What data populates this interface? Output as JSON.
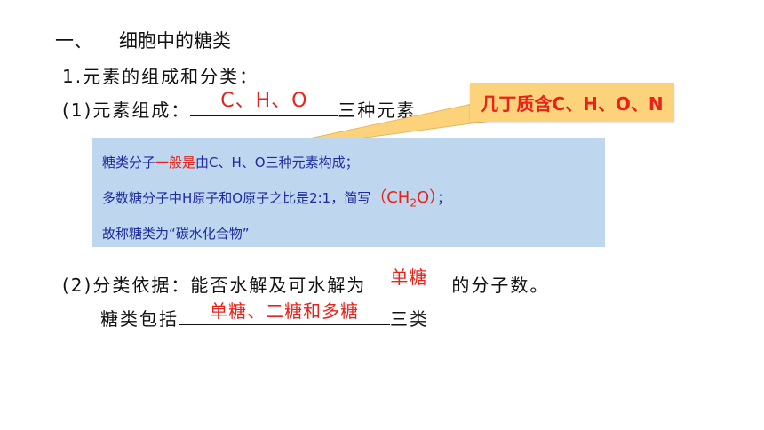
{
  "heading": {
    "number": "一、",
    "title": "细胞中的糖类"
  },
  "section1": {
    "title": "1.元素的组成和分类："
  },
  "row1": {
    "label": "(1)元素组成：",
    "answer": "C、H、O",
    "after": "三种元素"
  },
  "callout": {
    "text": "几丁质含C、H、O、N"
  },
  "infobox": {
    "line1": {
      "pre": "糖类分子",
      "red": "一般是",
      "post": "由C、H、O三种元素构成；"
    },
    "line2": {
      "pre": "多数糖分子中H原子和O原子之比是2:1，简写",
      "formula": "（CH2O）",
      "post": "；"
    },
    "line3": "故称糖类为“碳水化合物”"
  },
  "row2": {
    "label": "(2)分类依据：能否水解及可水解为",
    "answer": "单糖",
    "after": "的分子数。"
  },
  "row3": {
    "label": "糖类包括",
    "answer": "单糖、二糖和多糖",
    "after": "三类"
  },
  "colors": {
    "answer_red": "#e8231b",
    "box_bg": "#bed7ee",
    "box_text": "#1d2aa0",
    "callout_bg": "#fcd27a"
  }
}
